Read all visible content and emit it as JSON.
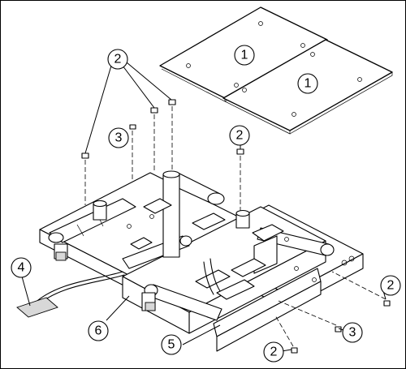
{
  "callouts": {
    "c1a": "1",
    "c1b": "1",
    "c2a": "2",
    "c2b": "2",
    "c2c": "2",
    "c2d": "2",
    "c3a": "3",
    "c3b": "3",
    "c4": "4",
    "c5": "5",
    "c6": "6"
  },
  "colors": {
    "line": "#000000",
    "background": "#ffffff",
    "shading": "#d8d8d8"
  }
}
